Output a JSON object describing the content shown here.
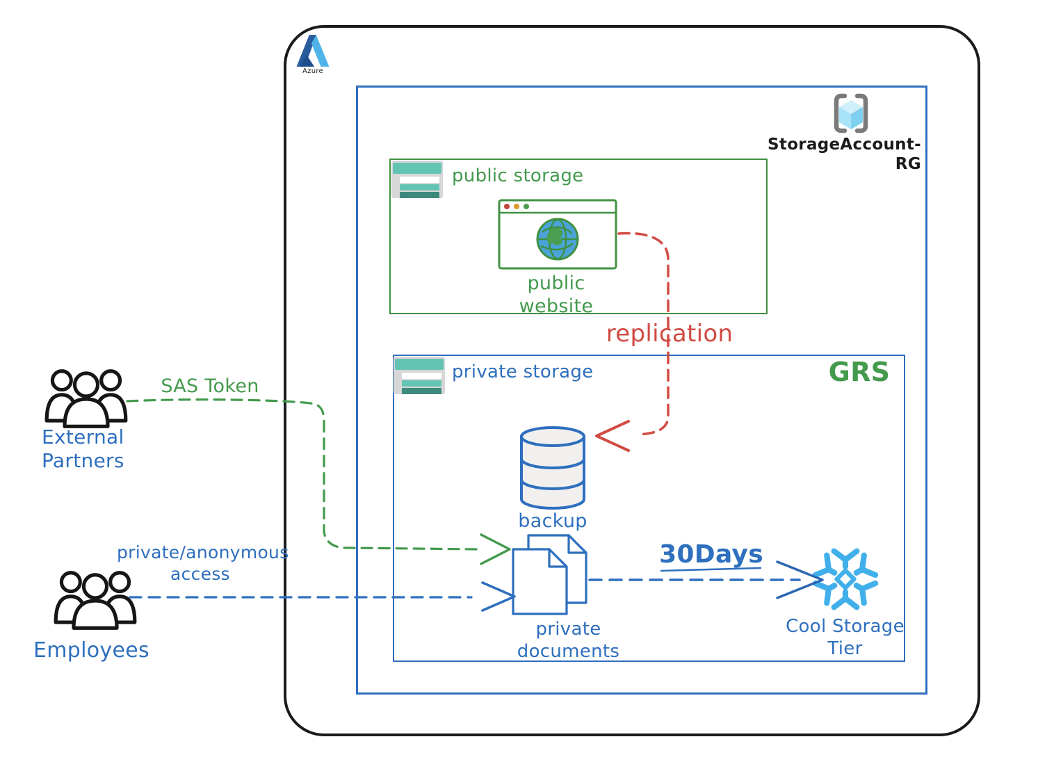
{
  "azure": {
    "label": "Azure"
  },
  "resource_group": {
    "label": "StorageAccount-RG",
    "icon": "resource-group-cube-icon"
  },
  "public_storage": {
    "label": "public storage",
    "website_label": "public website",
    "icon": "storage-account-icon"
  },
  "private_storage": {
    "label": "private storage",
    "redundancy_label": "GRS",
    "backup_label": "backup",
    "documents_label": "private documents",
    "cool_tier_label": "Cool Storage Tier",
    "icon": "storage-account-icon"
  },
  "actors": {
    "external_partners": "External Partners",
    "employees": "Employees"
  },
  "flows": {
    "replication_label": "replication",
    "sas_token_label": "SAS Token",
    "retention_label": "30Days",
    "private_access_label": "private/anonymous access"
  },
  "colors": {
    "outline_black": "#1b1b1b",
    "diagram_blue": "#2e6fbe",
    "diagram_green": "#449a4d",
    "diagram_red": "#d14b42",
    "storage_teal": "#64c4b4",
    "storage_teal_dark": "#3d8a7d",
    "snowflake_blue": "#41b0ea",
    "azure_logo_dark": "#2a5d9e",
    "azure_logo_light": "#4fb3e9"
  }
}
